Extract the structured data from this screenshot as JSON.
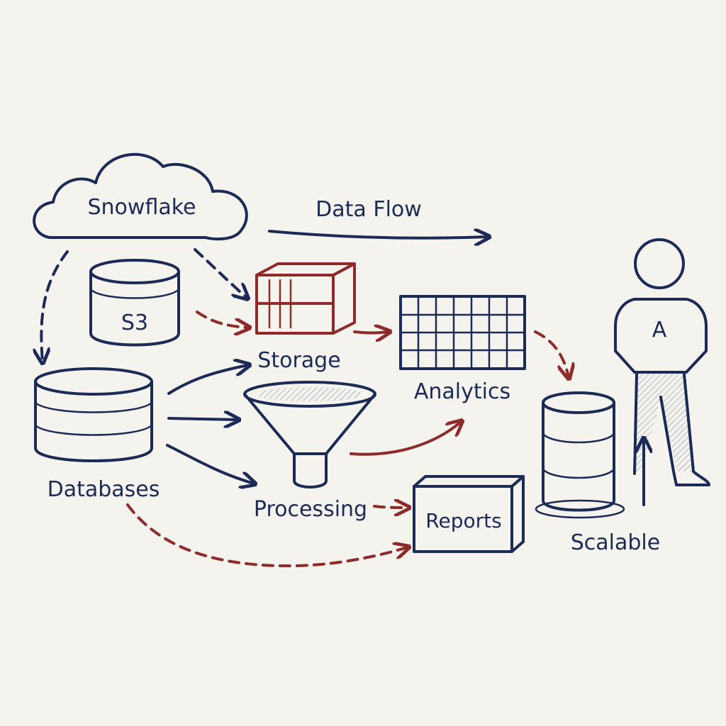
{
  "labels": {
    "snowflake": "Snowflake",
    "data_flow": "Data Flow",
    "s3": "S3",
    "storage": "Storage",
    "analytics": "Analytics",
    "databases": "Databases",
    "processing": "Processing",
    "reports": "Reports",
    "scalable": "Scalable",
    "person_letter": "A"
  },
  "colors": {
    "ink": "#1c2b55",
    "accent": "#8e2a2a",
    "paper": "#f4f3ee"
  }
}
